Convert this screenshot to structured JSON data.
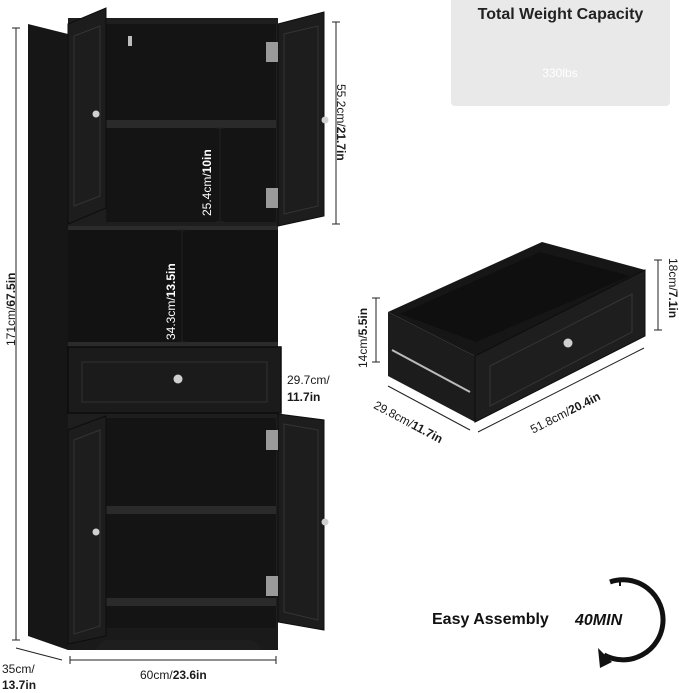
{
  "weight_capacity": {
    "title": "Total Weight Capacity",
    "value": "330lbs",
    "icon": "weight-icon"
  },
  "cabinet": {
    "height_cm": "171cm/",
    "height_in": "67.5in",
    "upper_cm": "55.2cm/",
    "upper_in": "21.7in",
    "shelf_cm": "25.4cm/",
    "shelf_in": "10in",
    "open_cm": "34.3cm/",
    "open_in": "13.5in",
    "drawer_depth_cm": "29.7cm/",
    "drawer_depth_in": "11.7in",
    "width_cm": "60cm/",
    "width_in": "23.6in",
    "depth_cm": "35cm/",
    "depth_in": "13.7in",
    "color": "#1c1c1c"
  },
  "drawer": {
    "height_in_cm": "14cm/",
    "height_in_in": "5.5in",
    "height_out_cm": "18cm/",
    "height_out_in": "7.1in",
    "depth_cm": "29.8cm/",
    "depth_in": "11.7in",
    "width_cm": "51.8cm/",
    "width_in": "20.4in"
  },
  "assembly": {
    "label": "Easy Assembly",
    "time": "40MIN",
    "icon": "stopwatch-icon"
  }
}
